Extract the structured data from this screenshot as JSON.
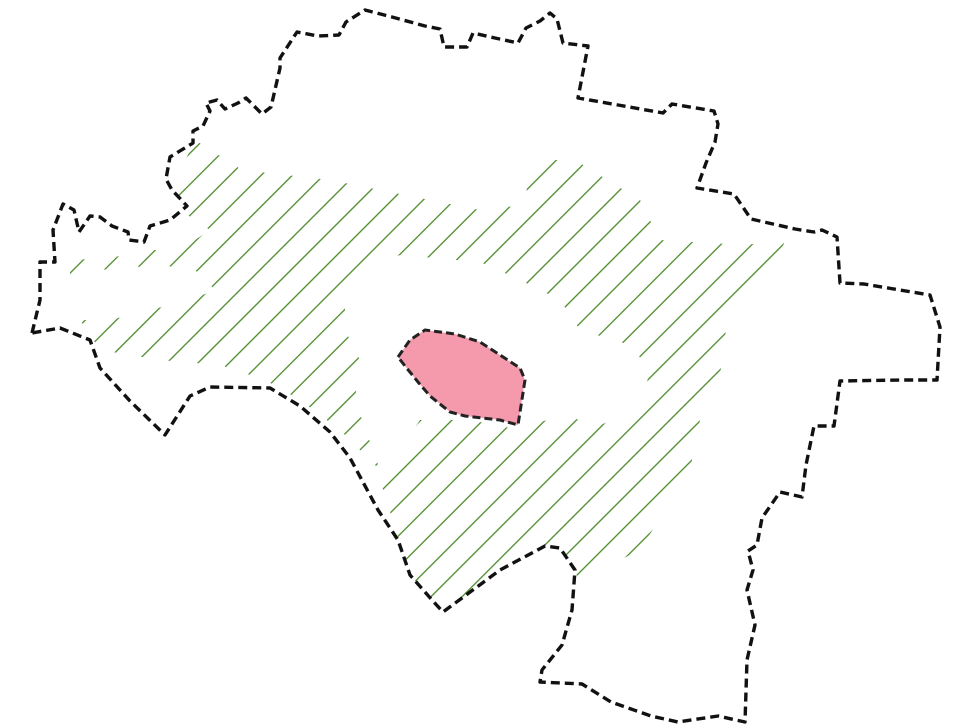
{
  "map": {
    "background_color": "#ffffff",
    "boundary": {
      "stroke_color": "#111111",
      "style": "dashed",
      "fill": "none"
    },
    "green_zone": {
      "pattern": "diagonal-hatch",
      "stroke_color": "#4a8a2a"
    },
    "core_area": {
      "fill_color": "#f59aac",
      "stroke_color": "#222222",
      "style": "dashed"
    }
  }
}
